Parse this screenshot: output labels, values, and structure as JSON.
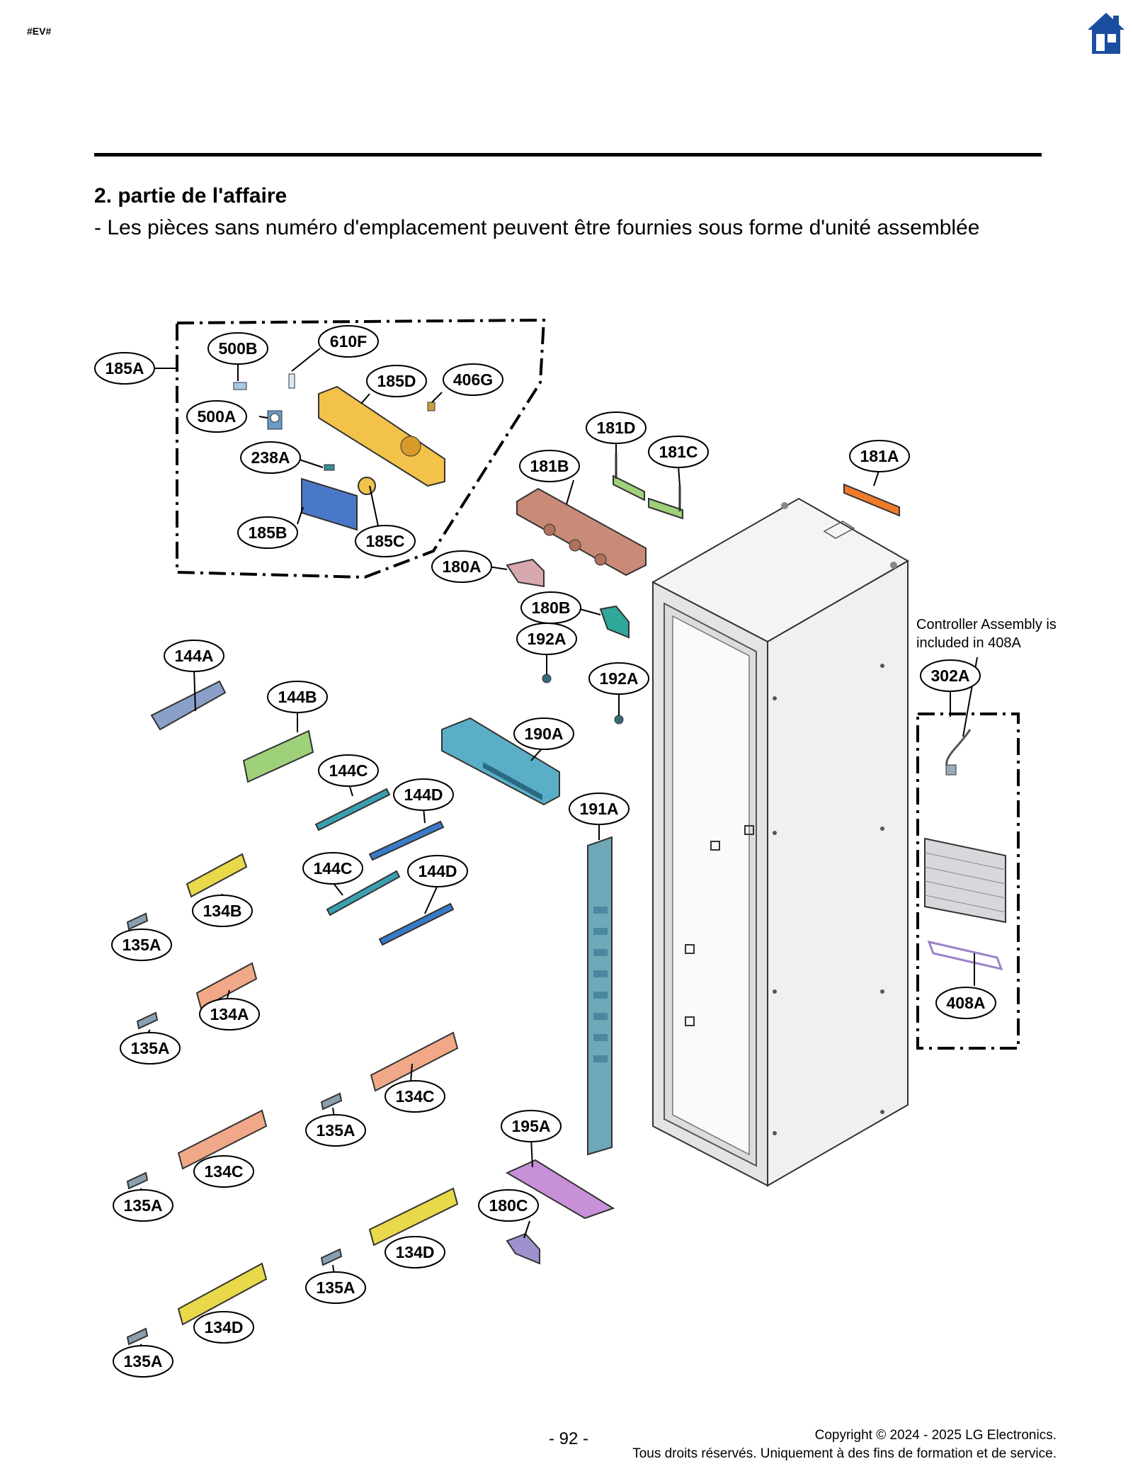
{
  "header": {
    "tag": "#EV#"
  },
  "section": {
    "title": "2. partie de l'affaire",
    "subtitle": "- Les pièces sans numéro d'emplacement peuvent être fournies sous forme d'unité assemblée"
  },
  "diagram": {
    "labels": {
      "l185A": "185A",
      "l500B": "500B",
      "l610F": "610F",
      "l185D": "185D",
      "l406G": "406G",
      "l500A": "500A",
      "l238A": "238A",
      "l185B": "185B",
      "l185C": "185C",
      "l181D": "181D",
      "l181C": "181C",
      "l181B": "181B",
      "l181A": "181A",
      "l180A": "180A",
      "l180B": "180B",
      "l192A1": "192A",
      "l192A2": "192A",
      "l144A": "144A",
      "l144B": "144B",
      "l190A": "190A",
      "l144C1": "144C",
      "l144D1": "144D",
      "l191A": "191A",
      "l144C2": "144C",
      "l144D2": "144D",
      "l134B": "134B",
      "l135A1": "135A",
      "l134A": "134A",
      "l135A2": "135A",
      "l134C1": "134C",
      "l135A3": "135A",
      "l134C2": "134C",
      "l135A4": "135A",
      "l195A": "195A",
      "l180C": "180C",
      "l134D1": "134D",
      "l135A5": "135A",
      "l134D2": "134D",
      "l135A6": "135A",
      "l302A": "302A",
      "l408A": "408A"
    },
    "note_line1": "Controller Assembly is",
    "note_line2": "included in 408A"
  },
  "footer": {
    "page": "- 92 -",
    "copyright": "Copyright © 2024 - 2025 LG Electronics.",
    "rights": "Tous droits réservés. Uniquement à des fins de formation et de service."
  },
  "colors": {
    "home_icon": "#1a4fa0",
    "rule": "#000000",
    "cabinet_fill": "#ececec",
    "duct_yellow": "#f2c24a",
    "pcb_blue": "#4a78c8",
    "bracket_brown": "#c98a78",
    "bracket_green": "#9fd07a",
    "bracket_orange": "#f07a2a",
    "bracket_teal": "#2fa89a",
    "cover_blue": "#5aaec8",
    "duct_blue": "#6fa8b8",
    "rail_teal": "#3aa0b0",
    "rail_blue": "#3a7ac8",
    "hinge_salmon": "#f0a888",
    "hinge_yellow": "#e8d84a",
    "tray_purple": "#c890d8",
    "clip_purple": "#a090d0"
  },
  "icons": [
    "home-icon"
  ]
}
